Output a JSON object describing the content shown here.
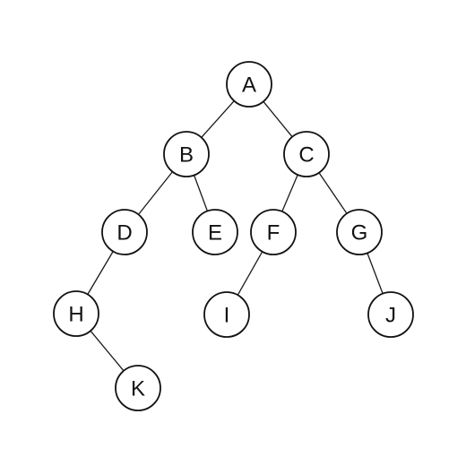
{
  "diagram": {
    "type": "binary-tree",
    "nodes": [
      {
        "id": "A",
        "label": "A"
      },
      {
        "id": "B",
        "label": "B"
      },
      {
        "id": "C",
        "label": "C"
      },
      {
        "id": "D",
        "label": "D"
      },
      {
        "id": "E",
        "label": "E"
      },
      {
        "id": "F",
        "label": "F"
      },
      {
        "id": "G",
        "label": "G"
      },
      {
        "id": "H",
        "label": "H"
      },
      {
        "id": "I",
        "label": "I"
      },
      {
        "id": "J",
        "label": "J"
      },
      {
        "id": "K",
        "label": "K"
      }
    ],
    "edges": [
      {
        "from": "A",
        "to": "B"
      },
      {
        "from": "A",
        "to": "C"
      },
      {
        "from": "B",
        "to": "D"
      },
      {
        "from": "B",
        "to": "E"
      },
      {
        "from": "C",
        "to": "F"
      },
      {
        "from": "C",
        "to": "G"
      },
      {
        "from": "D",
        "to": "H"
      },
      {
        "from": "F",
        "to": "I"
      },
      {
        "from": "G",
        "to": "J"
      },
      {
        "from": "H",
        "to": "K"
      }
    ],
    "colors": {
      "line": "#111111",
      "node_fill": "#ffffff",
      "background": "#ffffff"
    }
  }
}
